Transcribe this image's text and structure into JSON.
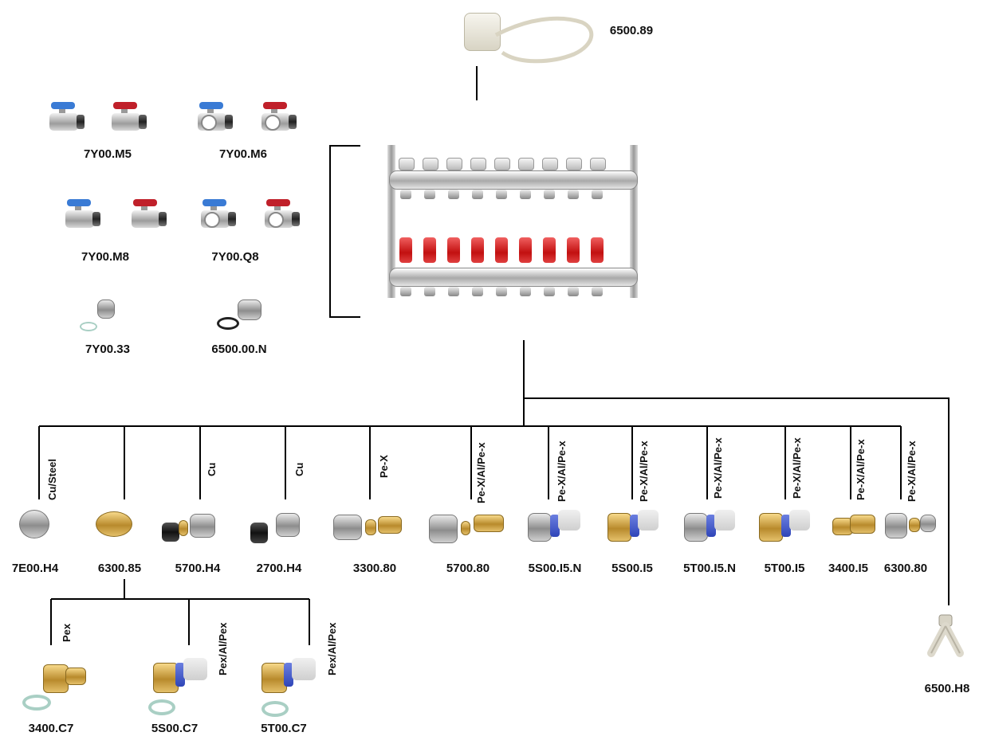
{
  "top": {
    "actuator": {
      "code": "6500.89",
      "icon": "thermal-actuator-icon"
    }
  },
  "left_groups": [
    {
      "code": "7Y00.M5",
      "icon": "ball-valve-pair-icon"
    },
    {
      "code": "7Y00.M6",
      "icon": "ball-valve-with-gauge-pair-icon"
    },
    {
      "code": "7Y00.M8",
      "icon": "angle-ball-valve-pair-icon"
    },
    {
      "code": "7Y00.Q8",
      "icon": "angle-ball-valve-with-gauge-pair-icon"
    },
    {
      "code": "7Y00.33",
      "icon": "adapter-with-seal-icon"
    },
    {
      "code": "6500.00.N",
      "icon": "adapter-with-oring-icon"
    }
  ],
  "center": {
    "manifold_icon": "stainless-manifold-icon"
  },
  "fittings": [
    {
      "code": "7E00.H4",
      "label": "Cu/Steel"
    },
    {
      "code": "6300.85",
      "label": ""
    },
    {
      "code": "5700.H4",
      "label": "Cu"
    },
    {
      "code": "2700.H4",
      "label": "Cu"
    },
    {
      "code": "3300.80",
      "label": "Pe-X"
    },
    {
      "code": "5700.80",
      "label": "Pe-X/Al/Pe-x"
    },
    {
      "code": "5S00.I5.N",
      "label": "Pe-X/Al/Pe-x"
    },
    {
      "code": "5S00.I5",
      "label": "Pe-X/Al/Pe-x"
    },
    {
      "code": "5T00.I5.N",
      "label": "Pe-X/Al/Pe-x"
    },
    {
      "code": "5T00.I5",
      "label": "Pe-X/Al/Pe-x"
    },
    {
      "code": "3400.I5",
      "label": "Pe-X/Al/Pe-x"
    },
    {
      "code": "6300.80",
      "label": "Pe-X/Al/Pe-x"
    }
  ],
  "sub_fittings": [
    {
      "code": "3400.C7",
      "label": "Pex"
    },
    {
      "code": "5S00.C7",
      "label": "Pex/Al/Pex"
    },
    {
      "code": "5T00.C7",
      "label": "Pex/Al/Pex"
    }
  ],
  "right": {
    "code": "6500.H8",
    "icon": "y-branch-adapter-icon"
  },
  "colors": {
    "line": "#000000",
    "brass": "#c99a3a",
    "blue_handle": "#3a7bd5",
    "red_handle": "#c0202a",
    "flow_meter_red": "#c21010"
  }
}
